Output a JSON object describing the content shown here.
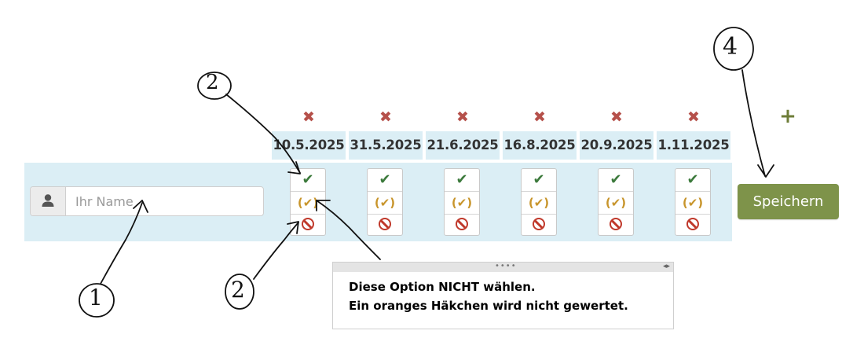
{
  "poll": {
    "dates": [
      {
        "label": "10.5.2025",
        "delete_icon": "x-icon"
      },
      {
        "label": "31.5.2025",
        "delete_icon": "x-icon"
      },
      {
        "label": "21.6.2025",
        "delete_icon": "x-icon"
      },
      {
        "label": "16.8.2025",
        "delete_icon": "x-icon"
      },
      {
        "label": "20.9.2025",
        "delete_icon": "x-icon"
      },
      {
        "label": "1.11.2025",
        "delete_icon": "x-icon"
      }
    ],
    "add_icon": "plus-icon",
    "options": {
      "yes_symbol": "✔",
      "maybe_symbol": "(✔)",
      "no_icon": "no-entry-icon"
    },
    "name_input": {
      "placeholder": "Ihr Name",
      "value": "",
      "icon": "user-icon"
    },
    "save_label": "Speichern",
    "colors": {
      "row_background": "#dbeef5",
      "save_button": "#7e934a",
      "delete": "#b5504a",
      "add": "#6e7d38",
      "yes": "#3c7a3c",
      "maybe": "#c8952c",
      "no": "#c0392b"
    }
  },
  "tooltip": {
    "line1": "Diese Option NICHT wählen.",
    "line2": "Ein oranges Häkchen wird nicht gewertet.",
    "grip": "••••",
    "arrows": "◂▸"
  },
  "annotations": {
    "label_1": "1",
    "label_2_top": "2",
    "label_2_bottom": "2",
    "label_4": "4"
  }
}
